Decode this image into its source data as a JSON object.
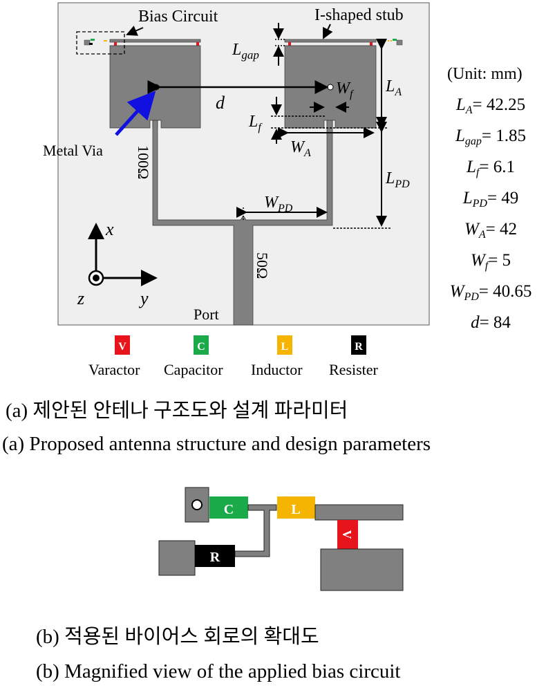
{
  "panel_a": {
    "bias_circuit_label": "Bias Circuit",
    "stub_label": "I-shaped stub",
    "metal_via_label": "Metal Via",
    "port_label": "Port",
    "imp_100": "100Ω",
    "imp_50": "50Ω",
    "dims": {
      "Lgap": "L",
      "Lgap_sub": "gap",
      "LA": "L",
      "LA_sub": "A",
      "Wf": "W",
      "Wf_sub": "f",
      "d": "d",
      "Lf": "L",
      "Lf_sub": "f",
      "WA": "W",
      "WA_sub": "A",
      "LPD": "L",
      "LPD_sub": "PD",
      "WPD": "W",
      "WPD_sub": "PD"
    },
    "axes": {
      "x": "x",
      "y": "y",
      "z": "z"
    },
    "params": {
      "unit": "(Unit: mm)",
      "rows": [
        {
          "sym": "L",
          "sub": "A",
          "val": "= 42.25"
        },
        {
          "sym": "L",
          "sub": "gap",
          "val": "= 1.85"
        },
        {
          "sym": "L",
          "sub": "f",
          "val": "= 6.1"
        },
        {
          "sym": "L",
          "sub": "PD",
          "val": "= 49"
        },
        {
          "sym": "W",
          "sub": "A",
          "val": "= 42"
        },
        {
          "sym": "W",
          "sub": "f",
          "val": "= 5"
        },
        {
          "sym": "W",
          "sub": "PD",
          "val": "= 40.65"
        },
        {
          "sym": "d",
          "sub": "",
          "val": "= 84"
        }
      ]
    },
    "legend": [
      {
        "letter": "V",
        "name": "Varactor",
        "color": "#e8141c"
      },
      {
        "letter": "C",
        "name": "Capacitor",
        "color": "#1aaa4a"
      },
      {
        "letter": "L",
        "name": "Inductor",
        "color": "#f5b400"
      },
      {
        "letter": "R",
        "name": "Resister",
        "color": "#000000"
      }
    ],
    "caption_ko": "(a) 제안된 안테나 구조도와 설계 파라미터",
    "caption_en": "(a) Proposed antenna structure and design parameters"
  },
  "panel_b": {
    "labels": {
      "C": "C",
      "L": "L",
      "R": "R",
      "V": "V"
    },
    "caption_ko": "(b) 적용된 바이어스 회로의 확대도",
    "caption_en": "(b) Magnified view of the applied bias circuit"
  }
}
